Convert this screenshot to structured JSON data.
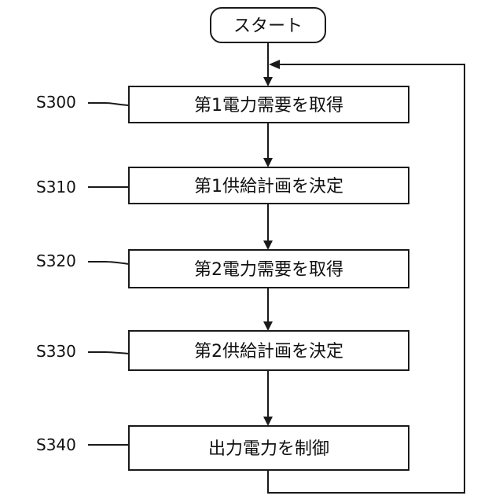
{
  "start": {
    "label": "スタート"
  },
  "steps": [
    {
      "id": "S300",
      "label": "第1電力需要を取得"
    },
    {
      "id": "S310",
      "label": "第1供給計画を決定"
    },
    {
      "id": "S320",
      "label": "第2電力需要を取得"
    },
    {
      "id": "S330",
      "label": "第2供給計画を決定"
    },
    {
      "id": "S340",
      "label": "出力電力を制御"
    }
  ]
}
